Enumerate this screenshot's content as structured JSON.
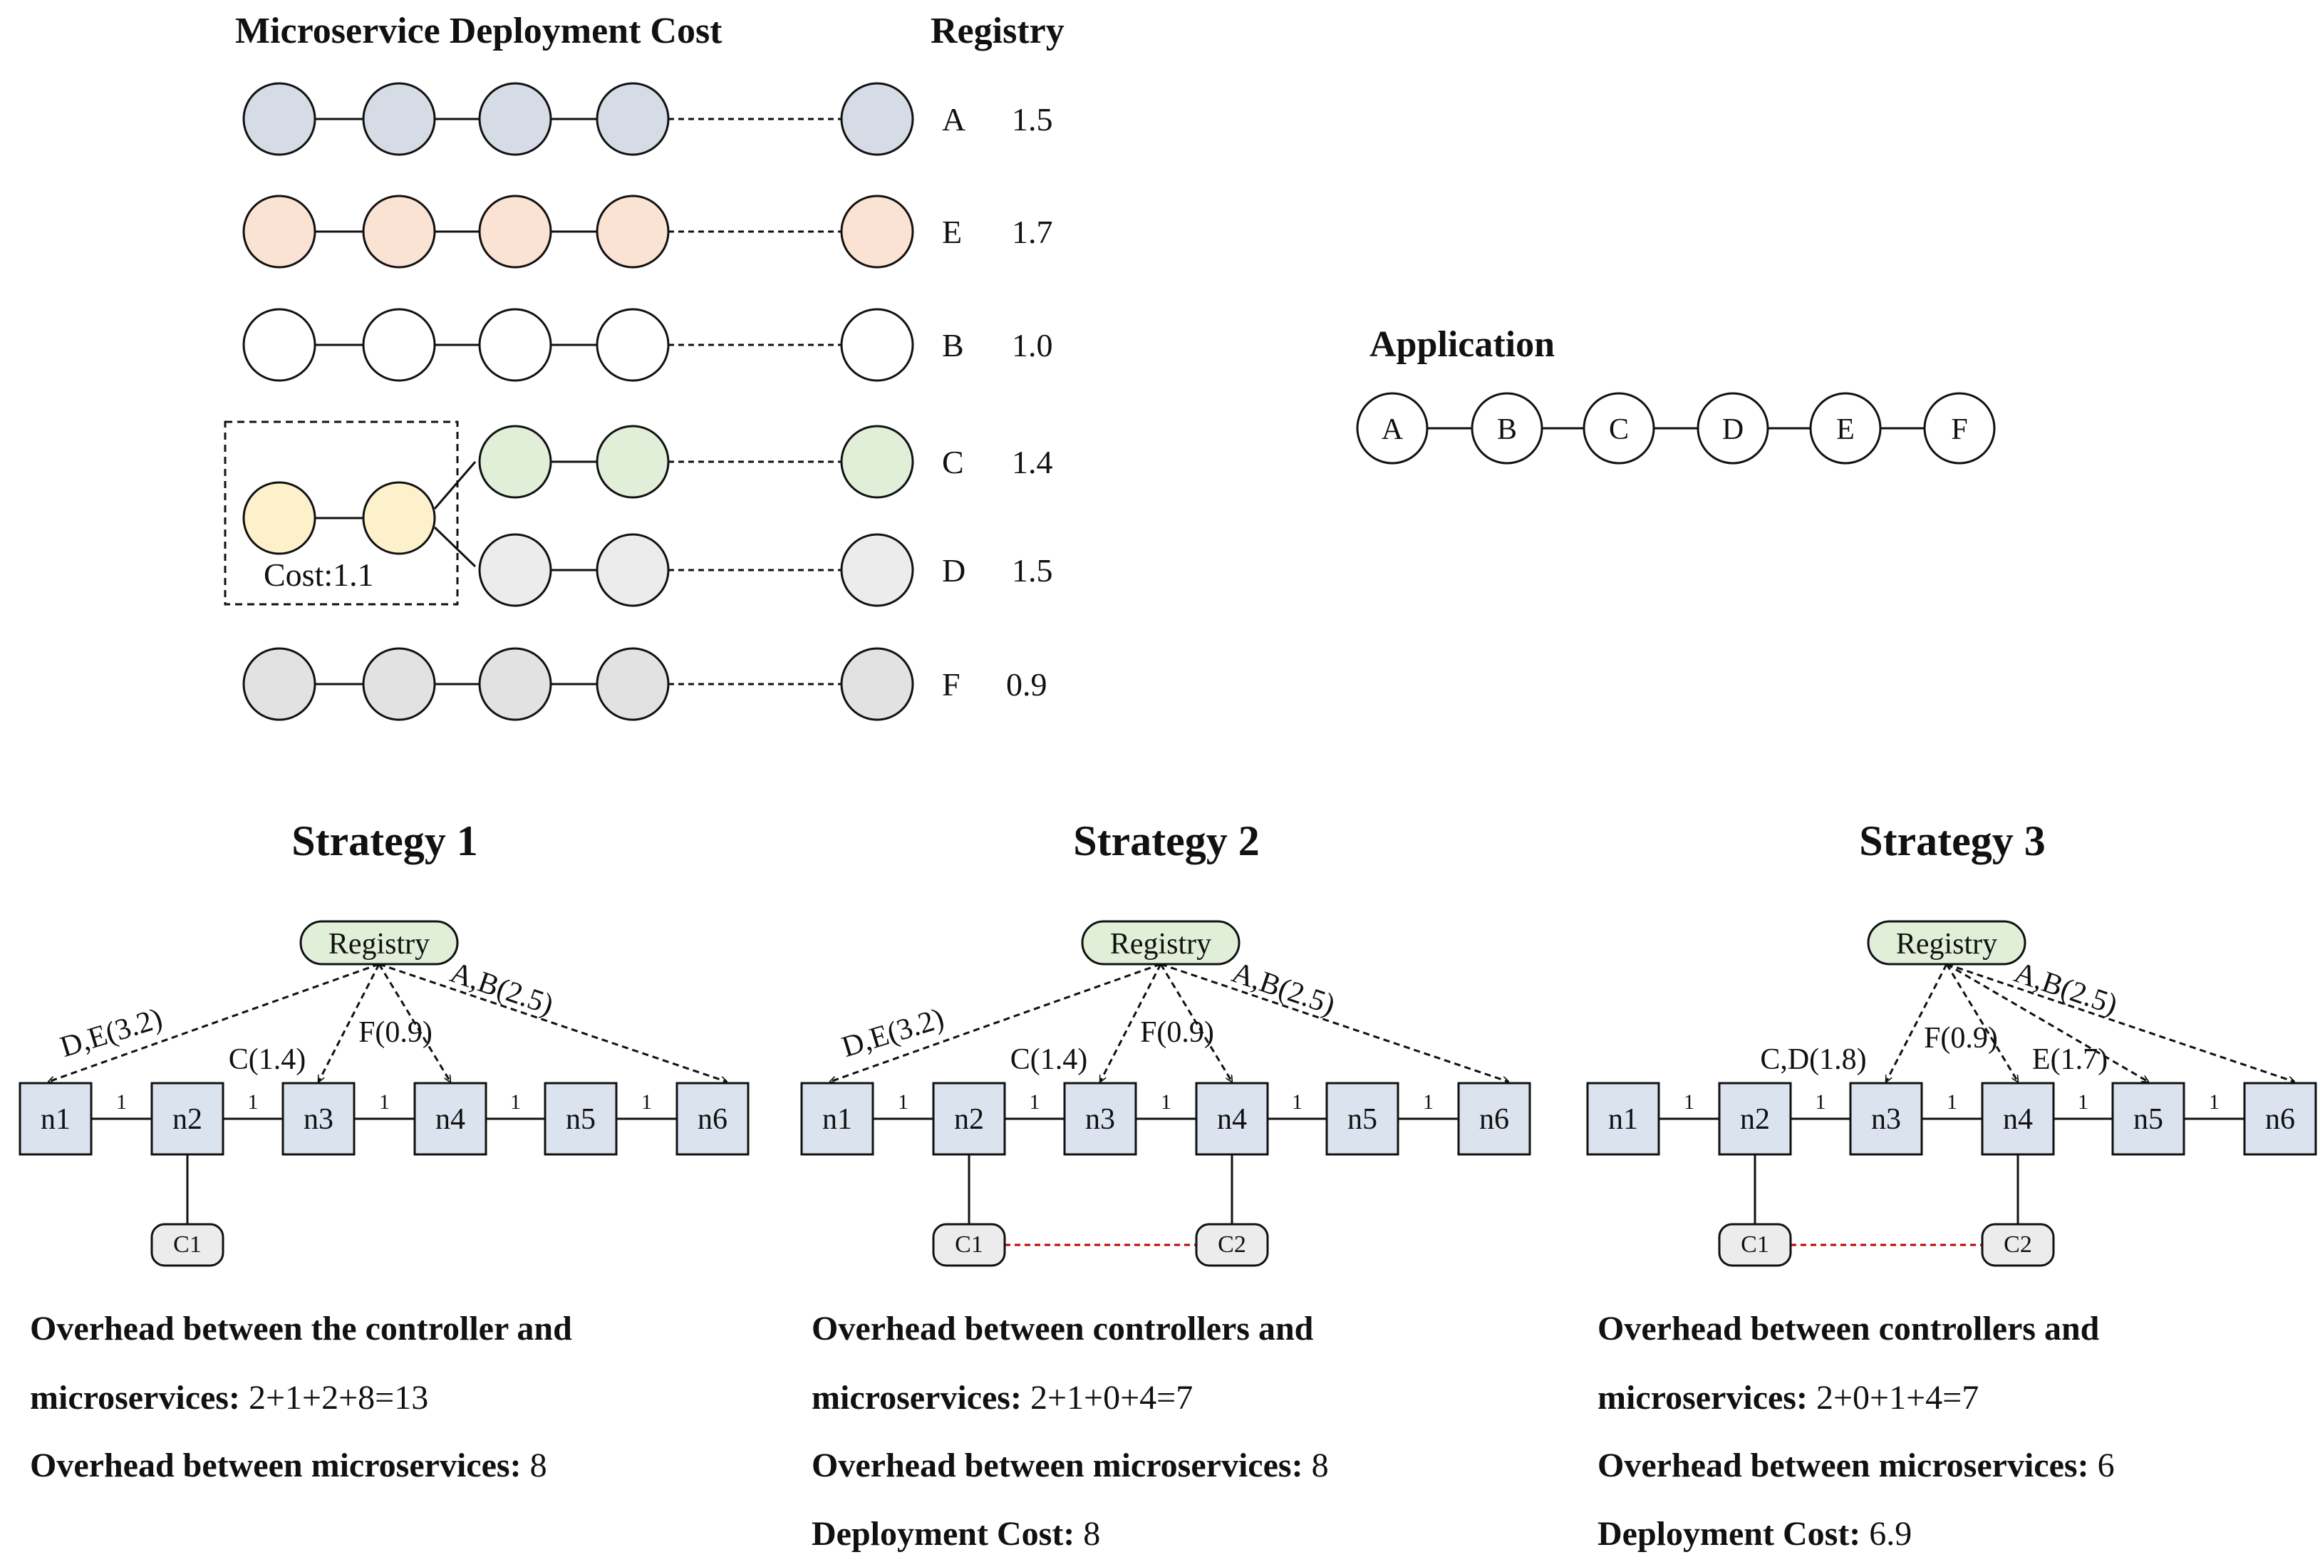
{
  "left_title": "Microservice Deployment Cost",
  "registry_title": "Registry",
  "application_title": "Application",
  "app_nodes": [
    "A",
    "B",
    "C",
    "D",
    "E",
    "F"
  ],
  "shared_cost_label": "Cost:1.1",
  "chains": [
    {
      "name": "A",
      "cost": "1.5",
      "color": "#d5dce6"
    },
    {
      "name": "E",
      "cost": "1.7",
      "color": "#fbe3d4"
    },
    {
      "name": "B",
      "cost": "1.0",
      "color": "#ffffff"
    },
    {
      "name": "C",
      "cost": "1.4",
      "color": "#e1efd9"
    },
    {
      "name": "D",
      "cost": "1.5",
      "color": "#ececec"
    },
    {
      "name": "F",
      "cost": "0.9",
      "color": "#e2e2e2"
    }
  ],
  "shared_color": "#fdf1cc",
  "strategies": [
    {
      "title": "Strategy 1",
      "registry": "Registry",
      "nodes": [
        "n1",
        "n2",
        "n3",
        "n4",
        "n5",
        "n6"
      ],
      "link_weights": [
        "1",
        "1",
        "1",
        "1",
        "1"
      ],
      "arrows": [
        "D,E(3.2)",
        "C(1.4)",
        "F(0.9)",
        "A,B(2.5)"
      ],
      "controllers": [
        "C1"
      ],
      "summary": {
        "l1_bold": "Overhead between the controller and",
        "l2_bold": "microservices:",
        "l2_val": " 2+1+2+8=13",
        "l3_bold": "Overhead between microservices:",
        "l3_val": " 8"
      }
    },
    {
      "title": "Strategy 2",
      "registry": "Registry",
      "nodes": [
        "n1",
        "n2",
        "n3",
        "n4",
        "n5",
        "n6"
      ],
      "link_weights": [
        "1",
        "1",
        "1",
        "1",
        "1"
      ],
      "arrows": [
        "D,E(3.2)",
        "C(1.4)",
        "F(0.9)",
        "A,B(2.5)"
      ],
      "controllers": [
        "C1",
        "C2"
      ],
      "summary": {
        "l1_bold": "Overhead between controllers and",
        "l2_bold": "microservices:",
        "l2_val": " 2+1+0+4=7",
        "l3_bold": "Overhead between microservices:",
        "l3_val": " 8",
        "l4_bold": "Deployment Cost:",
        "l4_val": " 8"
      }
    },
    {
      "title": "Strategy 3",
      "registry": "Registry",
      "nodes": [
        "n1",
        "n2",
        "n3",
        "n4",
        "n5",
        "n6"
      ],
      "link_weights": [
        "1",
        "1",
        "1",
        "1",
        "1"
      ],
      "arrows": [
        "C,D(1.8)",
        "F(0.9)",
        "E(1.7)",
        "A,B(2.5)"
      ],
      "controllers": [
        "C1",
        "C2"
      ],
      "summary": {
        "l1_bold": "Overhead between controllers and",
        "l2_bold": "microservices:",
        "l2_val": " 2+0+1+4=7",
        "l3_bold": "Overhead between microservices:",
        "l3_val": " 6",
        "l4_bold": "Deployment Cost:",
        "l4_val": " 6.9"
      }
    }
  ]
}
